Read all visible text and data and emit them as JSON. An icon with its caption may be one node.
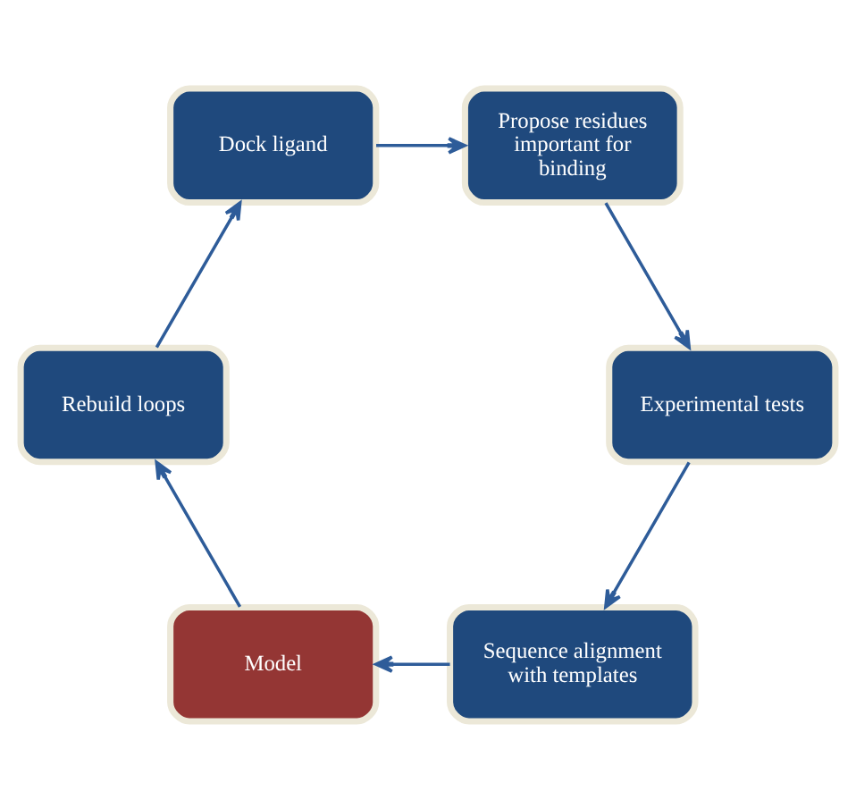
{
  "diagram": {
    "nodes": [
      {
        "text": [
          "Sequence alignment with templates"
        ]
      },
      {
        "text": [
          "Model"
        ]
      },
      {
        "text": [
          "Rebuild loops"
        ]
      },
      {
        "text": [
          "Dock ligand"
        ]
      },
      {
        "text": [
          "Propose residues important for binding"
        ]
      },
      {
        "text": [
          "Experimental tests"
        ]
      }
    ],
    "edges": [
      {
        "from": 0,
        "to": 1,
        "arrow": "to"
      },
      {
        "from": 1,
        "to": 2,
        "arrow": "to"
      },
      {
        "from": 2,
        "to": 3,
        "arrow": "to"
      },
      {
        "from": 3,
        "to": 4,
        "arrow": "to"
      },
      {
        "from": 4,
        "to": 5,
        "arrow": "to"
      },
      {
        "from": 5,
        "to": 0,
        "arrow": "to"
      }
    ]
  }
}
